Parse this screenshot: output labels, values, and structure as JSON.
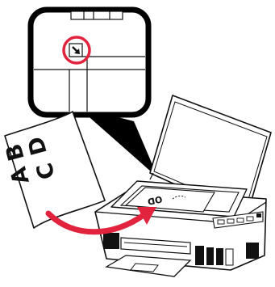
{
  "figure": {
    "description_free": true,
    "colors": {
      "arrow": "#e2233d",
      "zoom_highlight": "#e2233d",
      "outline": "#111111",
      "printer_body": "#ffffff",
      "zoom_callout": "#000000",
      "glass_background": "#ffffff"
    },
    "document_letters": {
      "a": "A",
      "b": "B",
      "c": "C",
      "d": "D"
    },
    "icons": {
      "corner_mark": "corner-alignment-arrow-icon"
    }
  }
}
